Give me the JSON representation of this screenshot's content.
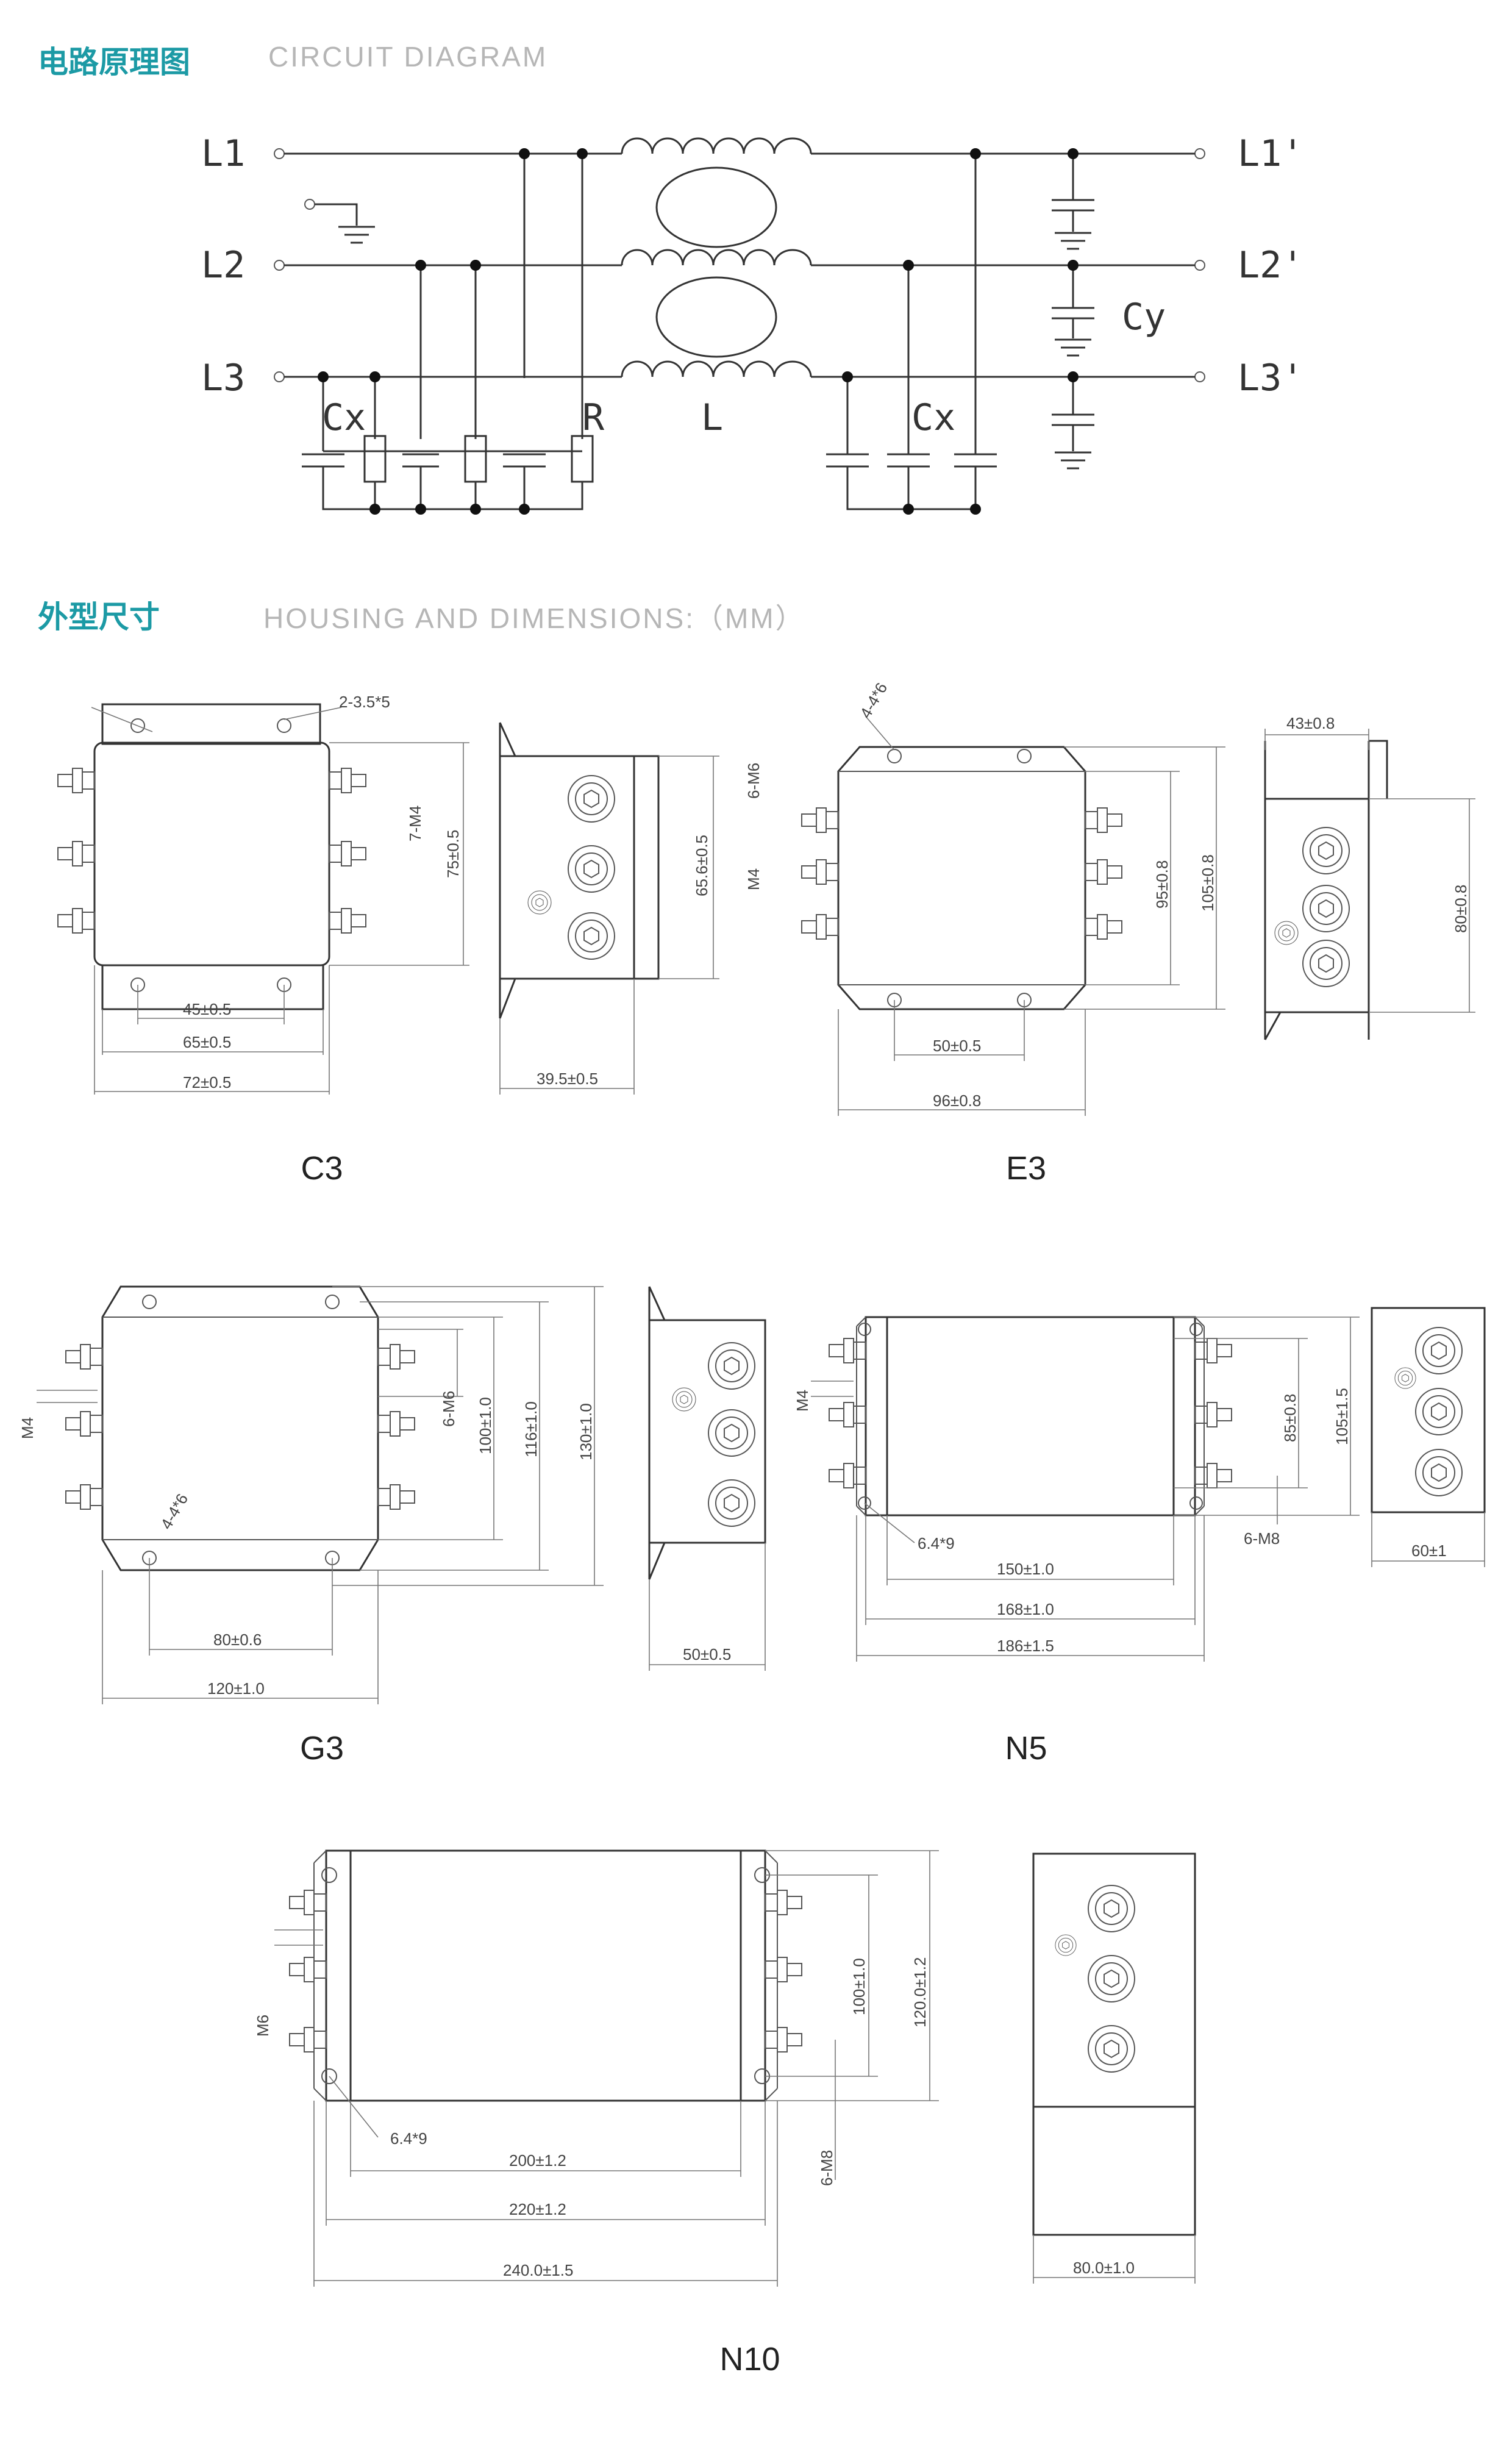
{
  "sections": {
    "circuit": {
      "title": "电路原理图",
      "subtitle": "CIRCUIT DIAGRAM"
    },
    "housing": {
      "title": "外型尺寸",
      "subtitle": "HOUSING AND DIMENSIONS:（MM）"
    }
  },
  "circuit": {
    "inputs": [
      "L1",
      "L2",
      "L3"
    ],
    "outputs": [
      "L1'",
      "L2'",
      "L3'"
    ],
    "labels": {
      "cx_left": "Cx",
      "resistor": "R",
      "inductor": "L",
      "cx_right": "Cx",
      "cy": "Cy"
    }
  },
  "models": [
    "C3",
    "E3",
    "G3",
    "N5",
    "N10"
  ],
  "dimensions": {
    "c3": {
      "hole": "2-3.5*5",
      "m4": "7-M4",
      "h1": "75±0.5",
      "w1": "45±0.5",
      "w2": "65±0.5",
      "w3": "72±0.5",
      "sh": "65.6±0.5",
      "sw": "39.5±0.5"
    },
    "e3": {
      "hole": "4-4*6",
      "m6": "6-M6",
      "m4": "M4",
      "h1": "95±0.8",
      "h2": "105±0.8",
      "w1": "50±0.5",
      "w2": "96±0.8",
      "sw": "43±0.8",
      "sh": "80±0.8"
    },
    "g3": {
      "hole": "4-4*6",
      "m4": "M4",
      "m6": "6-M6",
      "h1": "100±1.0",
      "h2": "116±1.0",
      "h3": "130±1.0",
      "w1": "80±0.6",
      "w2": "120±1.0",
      "sw": "50±0.5"
    },
    "n5": {
      "m4": "M4",
      "hole": "6.4*9",
      "m8": "6-M8",
      "h1": "85±0.8",
      "h2": "105±1.5",
      "w1": "150±1.0",
      "w2": "168±1.0",
      "w3": "186±1.5",
      "sw": "60±1"
    },
    "n10": {
      "m6": "M6",
      "hole": "6.4*9",
      "m8": "6-M8",
      "h1": "100±1.0",
      "h2": "120.0±1.2",
      "w1": "200±1.2",
      "w2": "220±1.2",
      "w3": "240.0±1.5",
      "sw": "80.0±1.0"
    }
  }
}
